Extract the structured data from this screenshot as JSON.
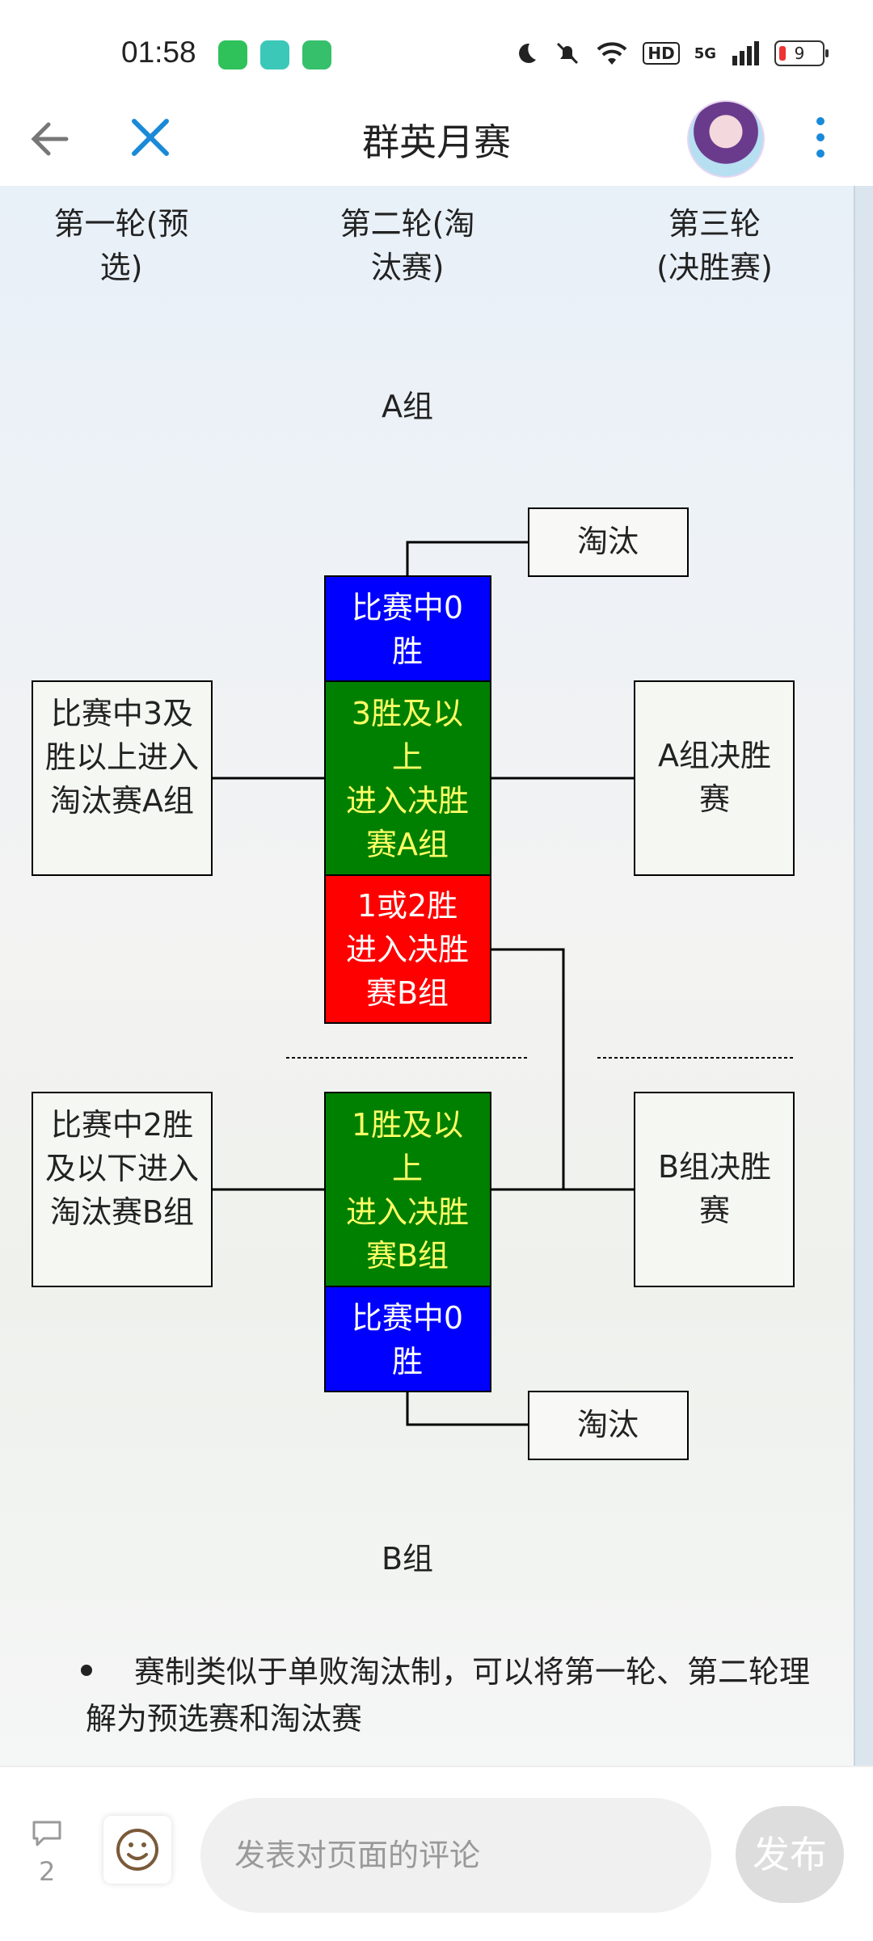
{
  "status_bar": {
    "time": "01:58",
    "network": "5G",
    "hd_badge": "HD",
    "battery": "9"
  },
  "header": {
    "title": "群英月赛"
  },
  "diagram": {
    "columns": [
      "第一轮(预选)",
      "第二轮(淘汰赛)",
      "第三轮(决胜赛)"
    ],
    "group_a_label": "A组",
    "group_b_label": "B组",
    "eliminate_top": "淘汰",
    "eliminate_bottom": "淘汰",
    "left_a": "比赛中3及胜以上进入淘汰赛A组",
    "left_b": "比赛中2胜及以下进入淘汰赛B组",
    "right_a": "A组决胜赛",
    "right_b": "B组决胜赛",
    "mid_a_zero": "比赛中0胜",
    "mid_a_three": "3胜及以上进入决胜赛A组",
    "mid_a_onetwo": "1或2胜进入决胜赛B组",
    "mid_b_one": "1胜及以上进入决胜赛B组",
    "mid_b_zero": "比赛中0胜",
    "colors": {
      "blue": "#0000ff",
      "green": "#008000",
      "red": "#ff0000",
      "yellow_text": "#ffff66"
    }
  },
  "article": {
    "bullet_1": "赛制类似于单败淘汰制，可以将第一轮、第二轮理解为预选赛和淘汰赛"
  },
  "bottom_bar": {
    "comment_count": "2",
    "input_placeholder": "发表对页面的评论",
    "publish_label": "发布"
  }
}
